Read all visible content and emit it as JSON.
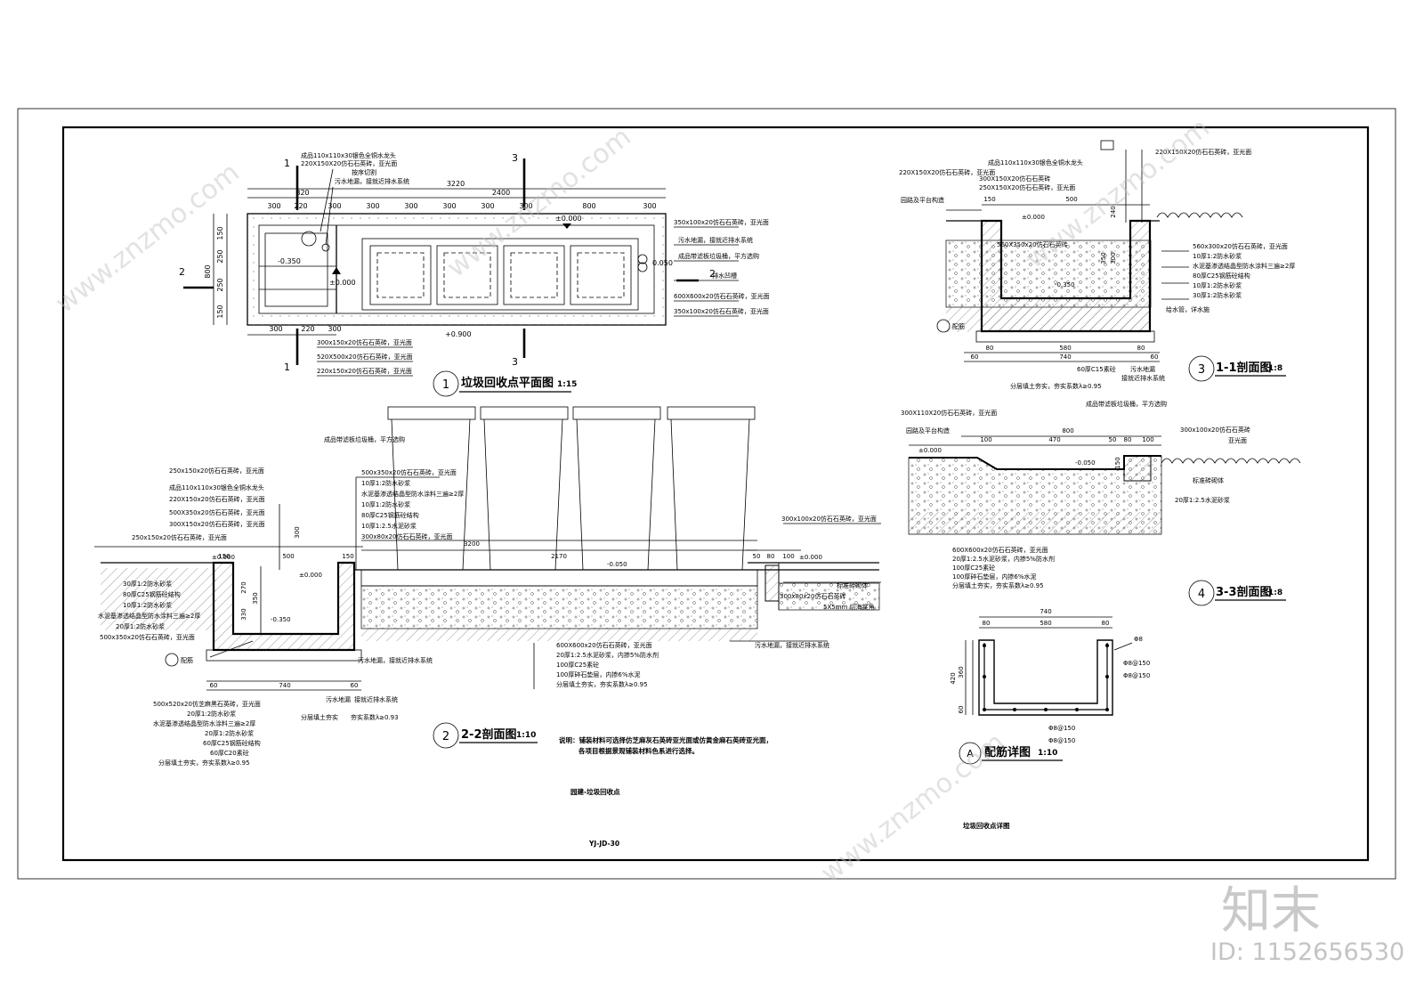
{
  "plan": {
    "title": "垃圾回收点平面图",
    "scale": "1:15",
    "badge": "1",
    "dims_top": [
      "820",
      "3220",
      "2400"
    ],
    "dims_row": [
      "300",
      "220",
      "300",
      "300",
      "300",
      "300",
      "300",
      "300",
      "800",
      "300"
    ],
    "dims_bottom": [
      "300",
      "220",
      "300"
    ],
    "dims_left": [
      "150",
      "250",
      "250",
      "150",
      "800"
    ],
    "levels": [
      "±0.000",
      "-0.350",
      "±0.000",
      "+0.900",
      "0.050"
    ],
    "section_marks": [
      "1",
      "1",
      "2",
      "2",
      "3",
      "3"
    ],
    "notes_top": [
      "成品110x110x30银色全铜水龙头",
      "220X150X20仿石石英砖，亚光面",
      "按序切割",
      "污水地漏，接就近排水系统"
    ],
    "notes_right": [
      "350x100x20仿石石英砖，亚光面",
      "污水地漏，接就近排水系统",
      "成品带滤板垃圾桶，平方选购",
      "排水凹槽",
      "600X600x20仿石石英砖，亚光面",
      "350x100x20仿石石英砖，亚光面"
    ],
    "notes_bottom": [
      "300x150x20仿石石英砖，亚光面",
      "520X500x20仿石石英砖，亚光面",
      "220x150x20仿石石英砖，亚光面"
    ]
  },
  "sec11": {
    "title": "1-1剖面图",
    "scale": "1:8",
    "badge": "3",
    "notes_top": [
      "成品110x110x30银色全铜水龙头",
      "220X150X20仿石石英砖，亚光面",
      "300X150X20仿石石英砖",
      "250X150X20仿石石英砖，亚光面",
      "园路及平台构造"
    ],
    "notes_top_right": "220X150X20仿石石英砖，亚光面",
    "dims": [
      "150",
      "500",
      "80",
      "580",
      "80",
      "60",
      "740",
      "60",
      "240",
      "350",
      "300"
    ],
    "notes_right": [
      "560x300x20仿石石英砖，亚光面",
      "10厚1:2防水砂浆",
      "水泥基渗透结晶型防水涂料三遍≥2厚",
      "80厚C25钢筋砼结构",
      "10厚1:2防水砂浆",
      "30厚1:2防水砂浆",
      "给水管，详水施"
    ],
    "inside": "560X350x20仿石石英砖",
    "levels": [
      "±0.000",
      "-0.350"
    ],
    "notes_bottom": [
      "60厚C15素砼",
      "污水地漏",
      "接就近排水系统",
      "分层填土夯实，夯实系数λ≥0.95"
    ],
    "detail_mark": "配筋"
  },
  "sec33": {
    "title": "3-3剖面图",
    "scale": "1:8",
    "badge": "4",
    "notes_top": [
      "300X110X20仿石石英砖，亚光面",
      "成品带滤板垃圾桶，平方选购",
      "园路及平台构造"
    ],
    "notes_top_right": [
      "300x100x20仿石石英砖",
      "亚光面"
    ],
    "dims": [
      "100",
      "800",
      "470",
      "50",
      "80",
      "100",
      "150"
    ],
    "levels": [
      "±0.000",
      "-0.050"
    ],
    "notes_right": [
      "标准砖砌体",
      "20厚1:2.5水泥砂浆"
    ],
    "notes_bottom": [
      "600X600x20仿石石英砖，亚光面",
      "20厚1:2.5水泥砂浆，内掺5%防水剂",
      "100厚C25素砼",
      "100厚碎石垫层，内掺6%水泥",
      "分层填土夯实，夯实系数λ≥0.95"
    ]
  },
  "rebar": {
    "title": "配筋详图",
    "scale": "1:10",
    "badge": "A",
    "dims": [
      "740",
      "80",
      "580",
      "80",
      "420",
      "360",
      "60"
    ],
    "labels": [
      "Φ8",
      "Φ8@150",
      "Φ8@150",
      "Φ8@150",
      "Φ8@150"
    ]
  },
  "sec22": {
    "title": "2-2剖面图",
    "scale": "1:10",
    "badge": "2",
    "notes_left": [
      "250x150x20仿石石英砖，亚光面",
      "成品110x110x30银色全铜水龙头",
      "220X150x20仿石石英砖，亚光面",
      "500X350x20仿石石英砖，亚光面",
      "300X150x20仿石石英砖，亚光面",
      "250x150x20仿石石英砖，亚光面"
    ],
    "notes_left_lower": [
      "30厚1:2防水砂浆",
      "80厚C25钢筋砼结构",
      "10厚1:2防水砂浆",
      "水泥基渗透结晶型防水涂料三遍≥2厚",
      "20厚1:2防水砂浆",
      "500x350x20仿石石英砖，亚光面"
    ],
    "bin_label": "成品带滤板垃圾桶，平方选购",
    "notes_mid": [
      "500x350x20仿石石英砖，亚光面",
      "10厚1:2防水砂浆",
      "水泥基渗透结晶型防水涂料三遍≥2厚",
      "10厚1:2防水砂浆",
      "80厚C25钢筋砼结构",
      "10厚1:2.5水泥砂浆",
      "300x80x20仿石石英砖，亚光面"
    ],
    "dims": [
      "150",
      "500",
      "150",
      "3200",
      "2170",
      "50",
      "80",
      "100",
      "300",
      "270",
      "330",
      "350",
      "60",
      "740",
      "60"
    ],
    "levels": [
      "±0.000",
      "±0.000",
      "-0.350",
      "-0.050",
      "±0.000"
    ],
    "notes_right": [
      "300x100x20仿石石英砖，亚光面",
      "标准砖砌体",
      "300x80x20仿石石英砖",
      "5X5mm 切海棠角",
      "污水地漏，接就近排水系统"
    ],
    "notes_bottom_left": [
      "500x520x20仿芝麻黑石英砖，亚光面",
      "20厚1:2防水砂浆",
      "水泥基渗透结晶型防水涂料三遍≥2厚",
      "20厚1:2防水砂浆",
      "60厚C25钢筋砼结构",
      "60厚C20素砼",
      "分层填土夯实，夯实系数λ≥0.95"
    ],
    "notes_bottom_mid": [
      "污水地漏，接就近排水系统",
      "污水地漏",
      "接就近排水系统",
      "分层填土夯实",
      "夯实系数λ≥0.93"
    ],
    "notes_bottom_center": [
      "600X600x20仿石石英砖，亚光面",
      "20厚1:2.5水泥砂浆，内掺5%防水剂",
      "100厚C25素砼",
      "100厚碎石垫层，内掺6%水泥",
      "分层填土夯实，夯实系数λ≥0.95"
    ],
    "detail_mark": "配筋"
  },
  "note": {
    "line1": "说明：铺装材料可选择仿芝麻灰石英砖亚光面或仿黄金麻石英砖亚光面，",
    "line2": "各项目根据景观铺装材料色系进行选择。"
  },
  "footer": {
    "name_mid": "园建-垃圾回收点",
    "code": "YJ-JD-30",
    "name_right": "垃圾回收点详图"
  },
  "watermark": {
    "site": "www.znzmo.com",
    "brand": "知末",
    "id": "ID: 1152656530"
  }
}
